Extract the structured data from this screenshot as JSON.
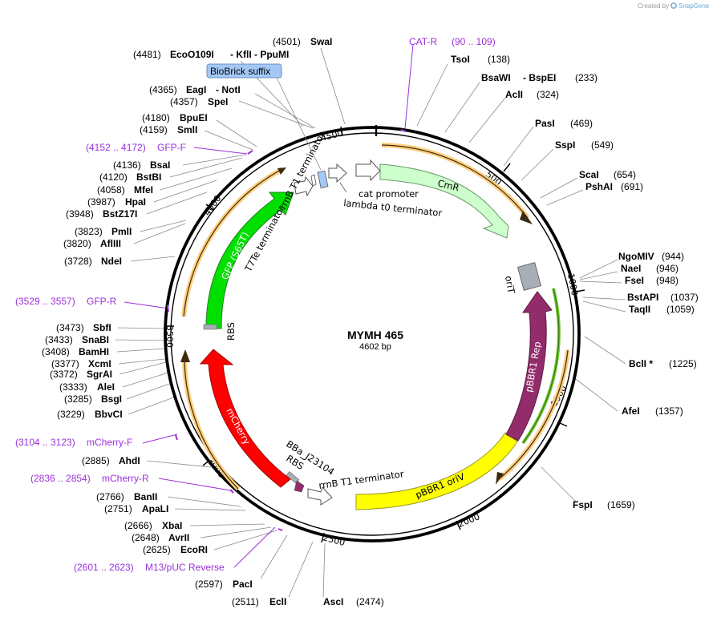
{
  "credit": {
    "created_by": "Created by",
    "app": "SnapGene"
  },
  "plasmid": {
    "name": "MYMH 465",
    "length": "4602 bp"
  },
  "ticks": [
    "500",
    "1000",
    "1500",
    "2000",
    "2500",
    "3000",
    "3500",
    "4000",
    "4500"
  ],
  "features": {
    "biobrick_suffix": "BioBrick suffix",
    "cat_promoter": "cat promoter",
    "lambda_t0": "lambda t0 terminator",
    "cmr": "CmR",
    "orit": "oriT",
    "pbbr1_rep": "pBBR1 Rep",
    "pbbr1_oriv": "pBBR1 oriV",
    "rrnb_t1_bottom": "rrnB T1 terminator",
    "bba": "BBa_J23104",
    "rbs_bottom": "RBS",
    "mcherry": "mCherry",
    "rbs_left": "RBS",
    "gfp": "GFP (S65T)",
    "rrnb_t1_top": "rrnB T1 terminator",
    "t7te": "T7Te terminator"
  },
  "enzymes_left": [
    {
      "pos": "(4481)",
      "name": "EcoO109I",
      "extra": "- KflI - PpuMI"
    },
    {
      "pos": "(4501)",
      "name": "SwaI"
    },
    {
      "pos": "(4365)",
      "name": "EagI",
      "extra": "- NotI"
    },
    {
      "pos": "(4357)",
      "name": "SpeI"
    },
    {
      "pos": "(4180)",
      "name": "BpuEI"
    },
    {
      "pos": "(4159)",
      "name": "SmlI"
    },
    {
      "pos": "(4136)",
      "name": "BsaI"
    },
    {
      "pos": "(4120)",
      "name": "BstBI"
    },
    {
      "pos": "(4058)",
      "name": "MfeI"
    },
    {
      "pos": "(3987)",
      "name": "HpaI"
    },
    {
      "pos": "(3948)",
      "name": "BstZ17I"
    },
    {
      "pos": "(3823)",
      "name": "PmlI"
    },
    {
      "pos": "(3820)",
      "name": "AflIII"
    },
    {
      "pos": "(3728)",
      "name": "NdeI"
    },
    {
      "pos": "(3473)",
      "name": "SbfI"
    },
    {
      "pos": "(3433)",
      "name": "SnaBI"
    },
    {
      "pos": "(3408)",
      "name": "BamHI"
    },
    {
      "pos": "(3377)",
      "name": "XcmI"
    },
    {
      "pos": "(3372)",
      "name": "SgrAI"
    },
    {
      "pos": "(3333)",
      "name": "AleI"
    },
    {
      "pos": "(3285)",
      "name": "BsgI"
    },
    {
      "pos": "(3229)",
      "name": "BbvCI"
    },
    {
      "pos": "(2885)",
      "name": "AhdI"
    },
    {
      "pos": "(2766)",
      "name": "BanII"
    },
    {
      "pos": "(2751)",
      "name": "ApaLI"
    },
    {
      "pos": "(2666)",
      "name": "XbaI"
    },
    {
      "pos": "(2648)",
      "name": "AvrII"
    },
    {
      "pos": "(2625)",
      "name": "EcoRI"
    },
    {
      "pos": "(2597)",
      "name": "PacI"
    },
    {
      "pos": "(2511)",
      "name": "EclI"
    }
  ],
  "enzymes_right": [
    {
      "name": "TsoI",
      "pos": "(138)"
    },
    {
      "name": "BsaWI",
      "extra": "- BspEI",
      "pos": "(233)"
    },
    {
      "name": "AclI",
      "pos": "(324)"
    },
    {
      "name": "PasI",
      "pos": "(469)"
    },
    {
      "name": "SspI",
      "pos": "(549)"
    },
    {
      "name": "ScaI",
      "pos": "(654)"
    },
    {
      "name": "PshAI",
      "pos": "(691)"
    },
    {
      "name": "NgoMIV",
      "pos": "(944)"
    },
    {
      "name": "NaeI",
      "pos": "(946)"
    },
    {
      "name": "FseI",
      "pos": "(948)"
    },
    {
      "name": "BstAPI",
      "pos": "(1037)"
    },
    {
      "name": "TaqII",
      "pos": "(1059)"
    },
    {
      "name": "BclI *",
      "pos": "(1225)"
    },
    {
      "name": "AfeI",
      "pos": "(1357)"
    },
    {
      "name": "FspI",
      "pos": "(1659)"
    },
    {
      "name": "AscI",
      "pos": "(2474)"
    }
  ],
  "primers": {
    "cat_r": {
      "name": "CAT-R",
      "range": "(90 .. 109)"
    },
    "gfp_f": {
      "name": "GFP-F",
      "range": "(4152 .. 4172)"
    },
    "gfp_r": {
      "name": "GFP-R",
      "range": "(3529 .. 3557)"
    },
    "mcherry_f": {
      "name": "mCherry-F",
      "range": "(3104 .. 3123)"
    },
    "mcherry_r": {
      "name": "mCherry-R",
      "range": "(2836 .. 2854)"
    },
    "m13": {
      "name": "M13/pUC Reverse",
      "range": "(2601 .. 2623)"
    }
  },
  "colors": {
    "cmr": "#ccffcc",
    "gfp": "#00e000",
    "mcherry": "#ff0000",
    "oriv": "#ffff00",
    "rep": "#932c6b",
    "orit": "#a8aeb5",
    "primer": "#9b30d9",
    "orf": "#ffb640",
    "biobrick": "#a3c8f6"
  }
}
